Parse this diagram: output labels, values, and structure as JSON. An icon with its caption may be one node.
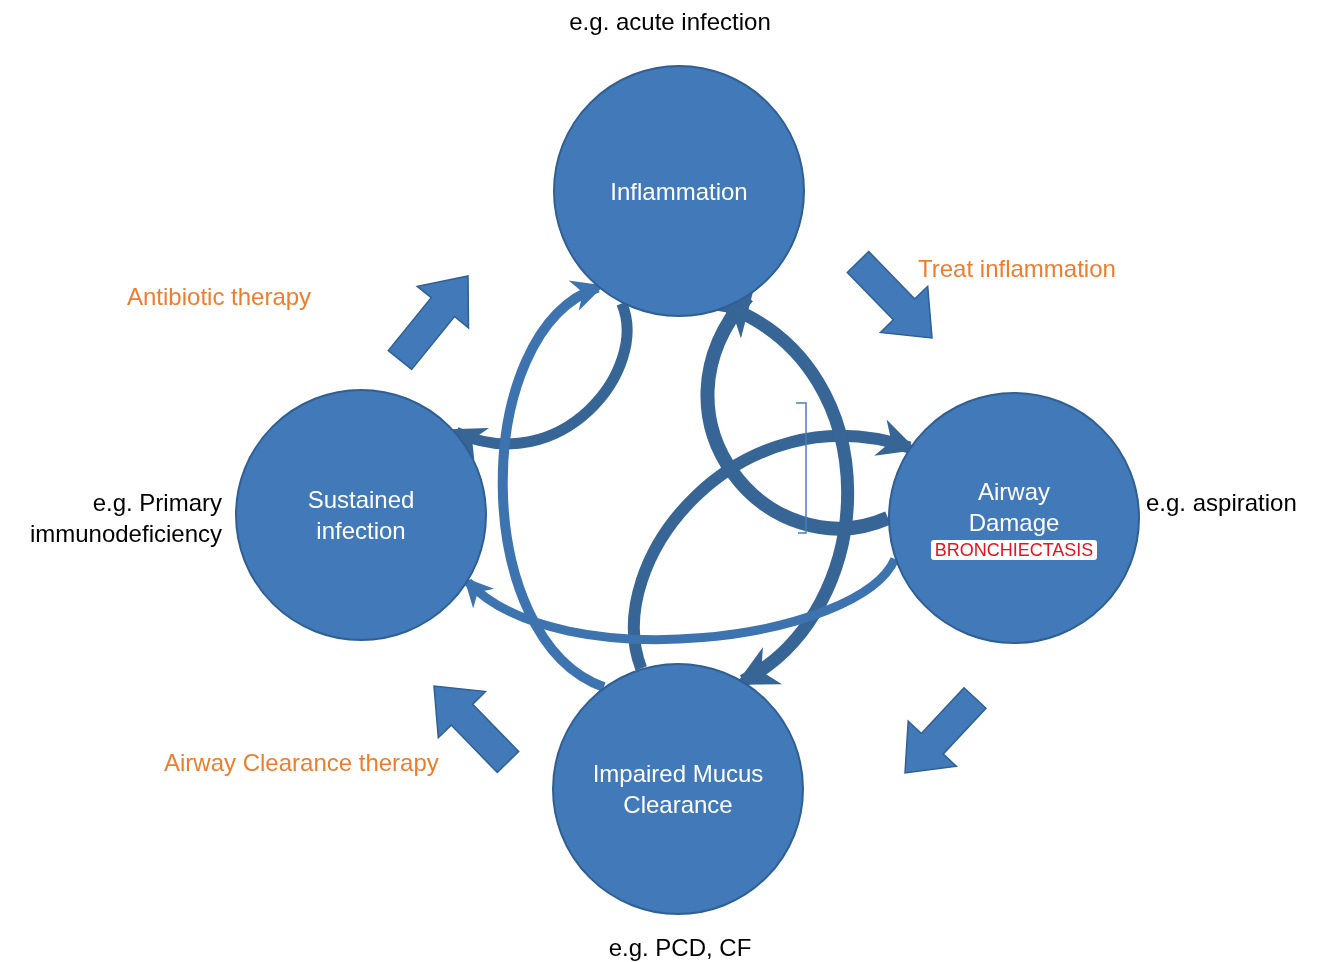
{
  "diagram": {
    "nodes": [
      {
        "text": [
          "Inflammation"
        ],
        "beside": [
          "e.g. acute infection"
        ]
      },
      {
        "text": [
          "Sustained infection"
        ],
        "beside": [
          "e.g. Primary immunodeficiency"
        ]
      },
      {
        "text": [
          "Airway Damage",
          "BRONCHIECTASIS"
        ],
        "beside": [
          "e.g. aspiration"
        ]
      },
      {
        "text": [
          "Impaired Mucus Clearance"
        ],
        "beside": [
          "e.g. PCD, CF"
        ]
      }
    ],
    "edges": [
      {
        "from": 0,
        "to": 1,
        "arrow": "to"
      },
      {
        "from": 3,
        "to": 0,
        "arrow": "to"
      },
      {
        "from": 2,
        "to": 0,
        "arrow": "to"
      },
      {
        "from": 3,
        "to": 2,
        "arrow": "to"
      },
      {
        "from": 0,
        "to": 3,
        "arrow": "to"
      },
      {
        "from": 2,
        "to": 1,
        "arrow": "to"
      }
    ],
    "labels": [
      "Antibiotic therapy",
      "Treat inflammation",
      "Airway Clearance therapy"
    ]
  }
}
